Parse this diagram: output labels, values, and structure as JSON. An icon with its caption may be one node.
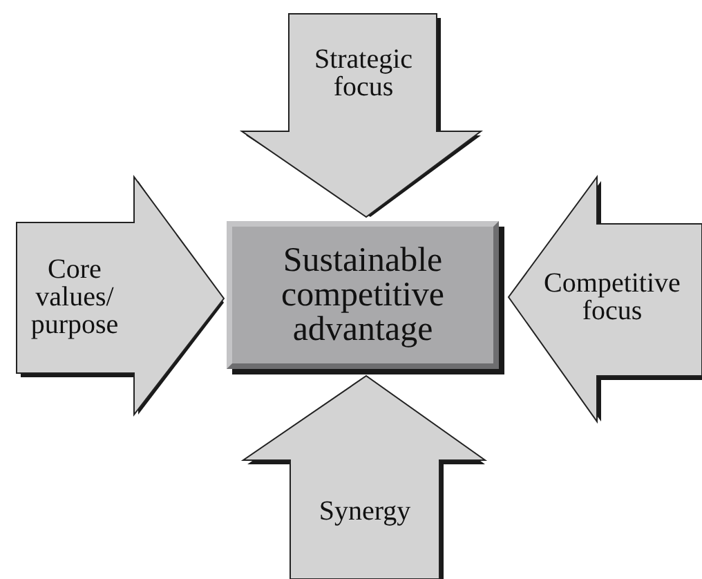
{
  "diagram": {
    "nodes": [
      {
        "text": [
          "Strategic focus"
        ]
      },
      {
        "text": [
          "Core values/ purpose"
        ]
      },
      {
        "text": [
          "Sustainable competitive advantage"
        ]
      },
      {
        "text": [
          "Competitive focus"
        ]
      },
      {
        "text": [
          "Synergy"
        ]
      }
    ]
  }
}
